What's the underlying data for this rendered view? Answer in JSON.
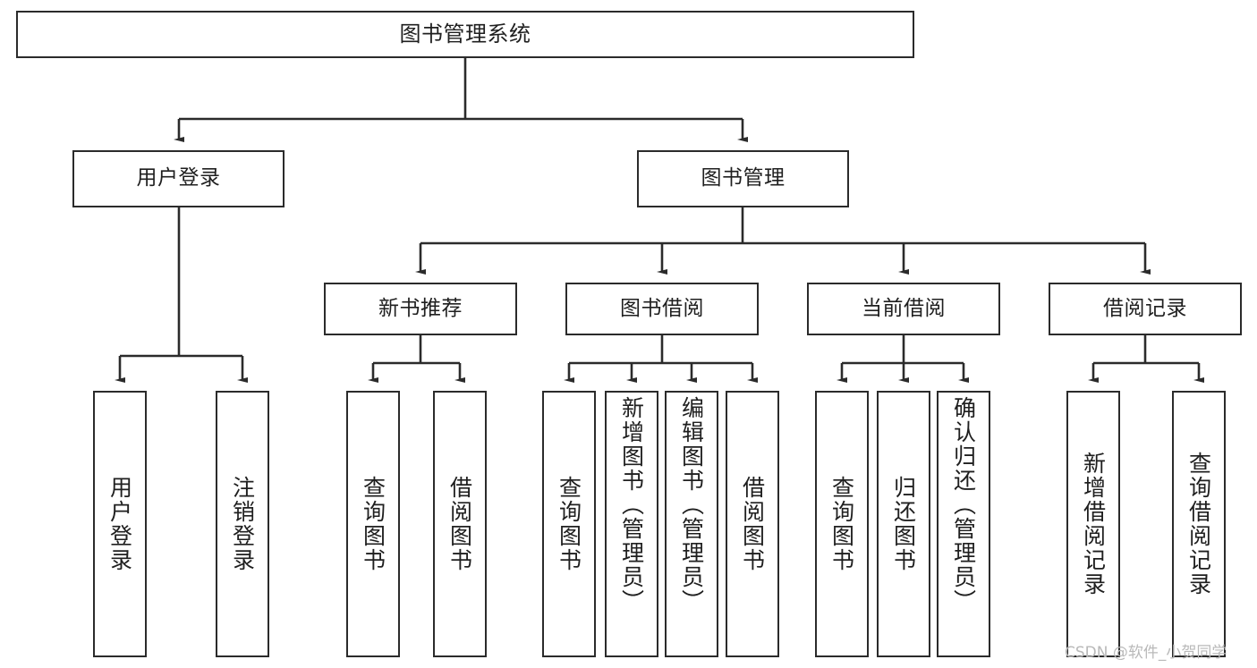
{
  "diagram": {
    "type": "tree-hierarchy",
    "title": "图书管理系统",
    "watermark": "CSDN @软件_小贺同学",
    "colors": {
      "box_border": "#2b2b2b",
      "box_fill": "#ffffff",
      "edge": "#2b2b2b",
      "text": "#1f1f1f",
      "watermark": "#b9b9b9"
    },
    "nodes": {
      "root": {
        "label": "图书管理系统",
        "orientation": "horizontal"
      },
      "level2": [
        {
          "label": "用户登录",
          "orientation": "horizontal"
        },
        {
          "label": "图书管理",
          "orientation": "horizontal"
        }
      ],
      "level3": [
        {
          "label": "新书推荐",
          "orientation": "horizontal"
        },
        {
          "label": "图书借阅",
          "orientation": "horizontal"
        },
        {
          "label": "当前借阅",
          "orientation": "horizontal"
        },
        {
          "label": "借阅记录",
          "orientation": "horizontal"
        }
      ],
      "leaves_user_login": [
        {
          "label": "用户登录",
          "orientation": "vertical"
        },
        {
          "label": "注销登录",
          "orientation": "vertical"
        }
      ],
      "leaves_new_book": [
        {
          "label": "查询图书",
          "orientation": "vertical"
        },
        {
          "label": "借阅图书",
          "orientation": "vertical"
        }
      ],
      "leaves_borrow": [
        {
          "label": "查询图书",
          "orientation": "vertical"
        },
        {
          "label": "新增图书（管理员）",
          "orientation": "vertical"
        },
        {
          "label": "编辑图书（管理员）",
          "orientation": "vertical"
        },
        {
          "label": "借阅图书",
          "orientation": "vertical"
        }
      ],
      "leaves_current": [
        {
          "label": "查询图书",
          "orientation": "vertical"
        },
        {
          "label": "归还图书",
          "orientation": "vertical"
        },
        {
          "label": "确认归还（管理员）",
          "orientation": "vertical"
        }
      ],
      "leaves_records": [
        {
          "label": "新增借阅记录",
          "orientation": "vertical"
        },
        {
          "label": "查询借阅记录",
          "orientation": "vertical"
        }
      ]
    }
  }
}
